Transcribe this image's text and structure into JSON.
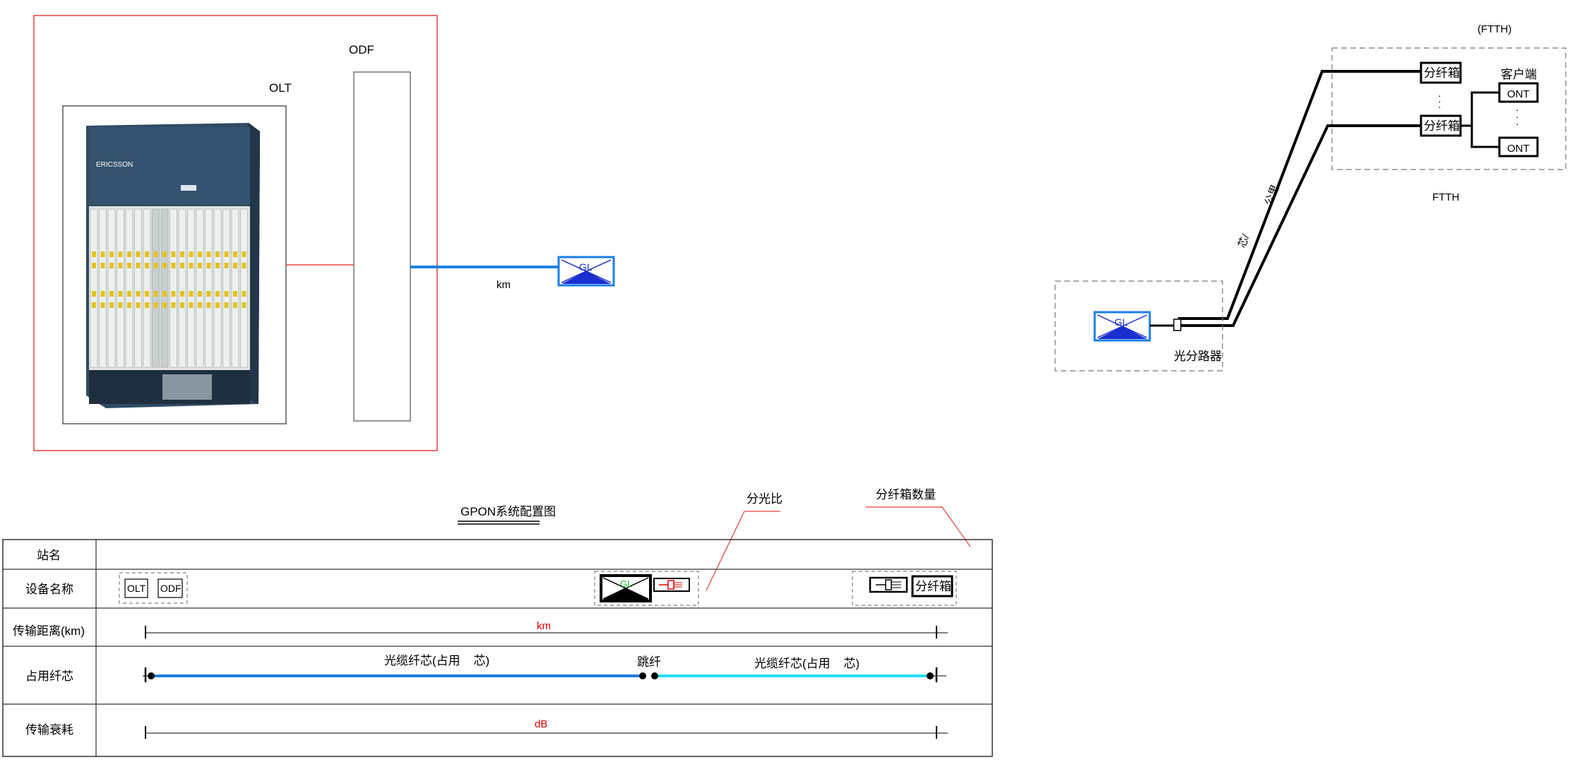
{
  "top_left": {
    "odf_label": "ODF",
    "olt_label": "OLT",
    "link_distance_unit": "km",
    "splitter_mark": "GL",
    "chassis_brand": "ERICSSON"
  },
  "ftth": {
    "top_label": "(FTTH)",
    "bottom_label": "FTTH",
    "customer_label": "客户端",
    "box_1": "分纤箱",
    "box_2": "分纤箱",
    "ont_1": "ONT",
    "ont_2": "ONT",
    "cable_label_a": "芯/",
    "cable_label_b": "公里",
    "splitter_mark": "GL",
    "splitter_label": "光分路器"
  },
  "config": {
    "title": "GPON系统配置图",
    "callout_split_ratio": "分光比",
    "callout_box_count": "分纤箱数量",
    "rows": [
      {
        "label": "站名"
      },
      {
        "label": "设备名称"
      },
      {
        "label": "传输距离(km)"
      },
      {
        "label": "占用纤芯"
      },
      {
        "label": "传输衰耗"
      }
    ],
    "device_olt": "OLT",
    "device_odf": "ODF",
    "device_gl": "GL",
    "device_box": "分纤箱",
    "distance_unit": "km",
    "cable_1": "光缆纤芯(占用    芯)",
    "jumper": "跳纤",
    "cable_2": "光缆纤芯(占用    芯)",
    "loss_unit": "dB"
  },
  "colors": {
    "frame_red": "#e8403a",
    "fiber_blue": "#1d7fe0",
    "fiber_cyan": "#1ee0f0",
    "splitter_blue": "#1a2fd0",
    "gl_green": "#18c018"
  }
}
